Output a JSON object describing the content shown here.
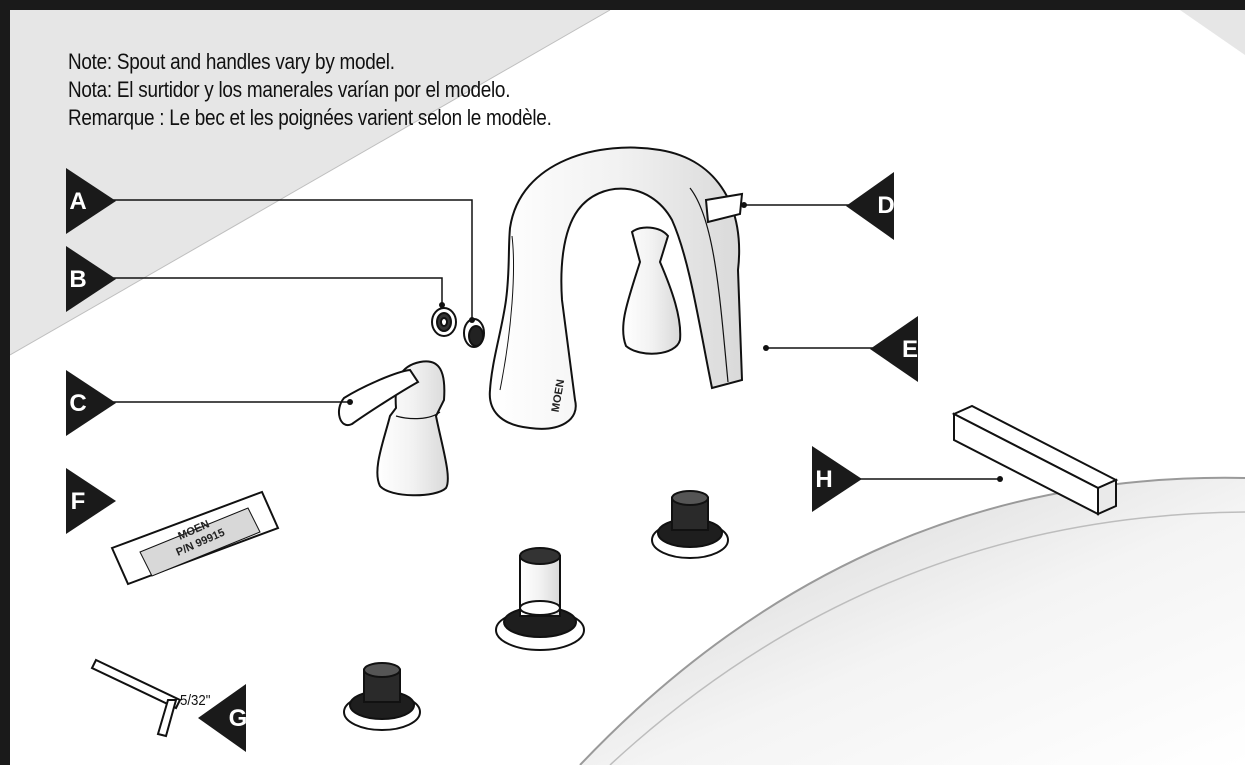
{
  "notes": {
    "english": "Note: Spout and handles vary by model.",
    "spanish": "Nota: El surtidor y los manerales varían por el modelo.",
    "french": "Remarque : Le bec et les poignées varient selon le modèle."
  },
  "callouts": {
    "a": "A",
    "b": "B",
    "c": "C",
    "d": "D",
    "e": "E",
    "f": "F",
    "g": "G",
    "h": "H"
  },
  "parts": {
    "wrench_size": "5/32\"",
    "label_brand": "MOEN",
    "label_part_number": "P/N 99915",
    "spout_logo": "MOEN"
  },
  "colors": {
    "shaded_region": "#e6e6e6",
    "callout_fill": "#1a1a1a",
    "line": "#111111"
  }
}
